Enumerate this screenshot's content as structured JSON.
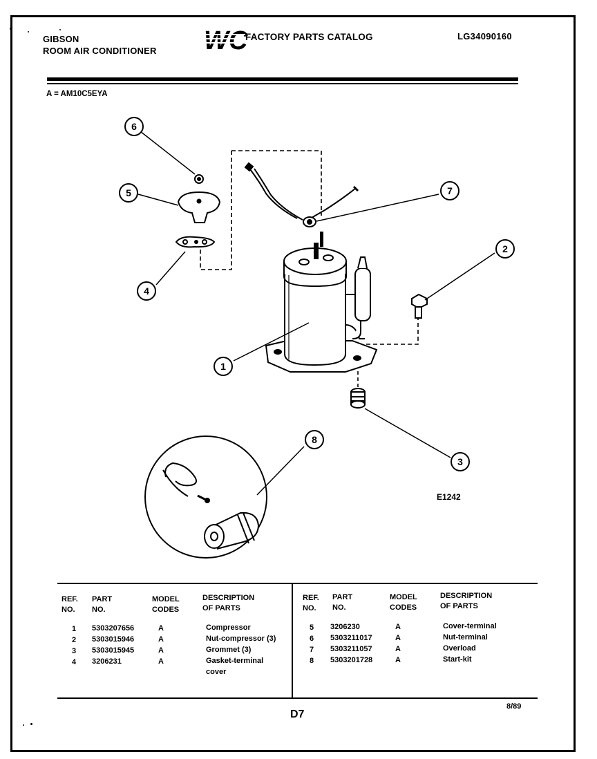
{
  "header": {
    "brand": "GIBSON",
    "product": "ROOM AIR CONDITIONER",
    "logo_text": "WCI",
    "catalog_title": "FACTORY PARTS CATALOG",
    "catalog_number": "LG34090160"
  },
  "model_code_line": "A = AM10C5EYA",
  "illustration_id": "E1242",
  "callouts": [
    "1",
    "2",
    "3",
    "4",
    "5",
    "6",
    "7",
    "8"
  ],
  "table": {
    "headers": {
      "ref_line1": "REF.",
      "ref_line2": "NO.",
      "part_line1": "PART",
      "part_line2": "NO.",
      "model_line1": "MODEL",
      "model_line2": "CODES",
      "desc_line1": "DESCRIPTION",
      "desc_line2": "OF PARTS"
    },
    "left_rows": [
      {
        "ref": "1",
        "part": "5303207656",
        "code": "A",
        "desc": "Compressor",
        "desc2": ""
      },
      {
        "ref": "2",
        "part": "5303015946",
        "code": "A",
        "desc": "Nut-compressor (3)",
        "desc2": ""
      },
      {
        "ref": "3",
        "part": "5303015945",
        "code": "A",
        "desc": "Grommet (3)",
        "desc2": ""
      },
      {
        "ref": "4",
        "part": "3206231",
        "code": "A",
        "desc": "Gasket-terminal",
        "desc2": "cover"
      }
    ],
    "right_rows": [
      {
        "ref": "5",
        "part": "3206230",
        "code": "A",
        "desc": "Cover-terminal"
      },
      {
        "ref": "6",
        "part": "5303211017",
        "code": "A",
        "desc": "Nut-terminal"
      },
      {
        "ref": "7",
        "part": "5303211057",
        "code": "A",
        "desc": "Overload"
      },
      {
        "ref": "8",
        "part": "5303201728",
        "code": "A",
        "desc": "Start-kit"
      }
    ]
  },
  "footer": {
    "page": "D7",
    "date": "8/89"
  }
}
